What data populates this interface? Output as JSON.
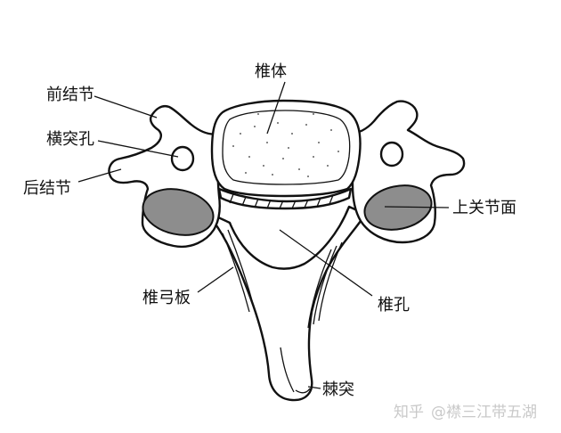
{
  "labels": {
    "vertebral_body": "椎体",
    "anterior_tubercle": "前结节",
    "transverse_foramen": "横突孔",
    "posterior_tubercle": "后结节",
    "superior_articular_facet": "上关节面",
    "lamina": "椎弓板",
    "vertebral_foramen": "椎孔",
    "spinous_process": "棘突"
  },
  "watermark": {
    "site": "知乎",
    "author": "@襟三江带五湖"
  }
}
